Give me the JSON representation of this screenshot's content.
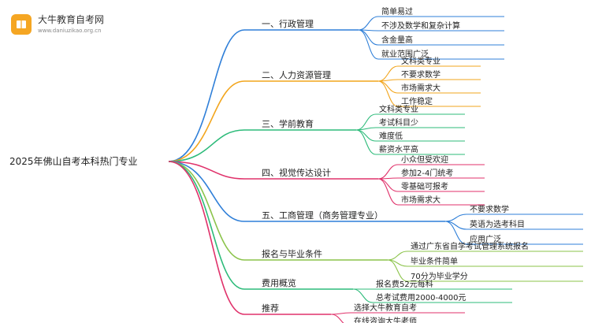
{
  "logo": {
    "title": "大牛教育自考网",
    "url": "www.daniuzikao.org.cn",
    "icon": "book-icon"
  },
  "root": {
    "label": "2025年佛山自考本科热门专业"
  },
  "colors": {
    "branches": [
      "#2f7fd8",
      "#f2a51c",
      "#2dbb7a",
      "#e0326b",
      "#2f7fd8",
      "#8bc34a",
      "#2dbb7a",
      "#e0326b"
    ]
  },
  "branches": [
    {
      "label": "一、行政管理",
      "children": [
        "简单易过",
        "不涉及数学和复杂计算",
        "含金量高",
        "就业范围广泛"
      ]
    },
    {
      "label": "二、人力资源管理",
      "children": [
        "文科类专业",
        "不要求数学",
        "市场需求大",
        "工作稳定"
      ]
    },
    {
      "label": "三、学前教育",
      "children": [
        "文科类专业",
        "考试科目少",
        "难度低",
        "薪资水平高"
      ]
    },
    {
      "label": "四、视觉传达设计",
      "children": [
        "小众但受欢迎",
        "参加2-4门统考",
        "零基础可报考",
        "市场需求大"
      ]
    },
    {
      "label": "五、工商管理（商务管理专业）",
      "children": [
        "不要求数学",
        "英语为选考科目",
        "应用广泛"
      ]
    },
    {
      "label": "报名与毕业条件",
      "children": [
        "通过广东省自学考试管理系统报名",
        "毕业条件简单",
        "70分为毕业学分"
      ]
    },
    {
      "label": "费用概览",
      "children": [
        "报名费52元每科",
        "总考试费用2000-4000元"
      ]
    },
    {
      "label": "推荐",
      "children": [
        "选择大牛教育自考",
        "在线咨询大牛老师"
      ]
    }
  ]
}
